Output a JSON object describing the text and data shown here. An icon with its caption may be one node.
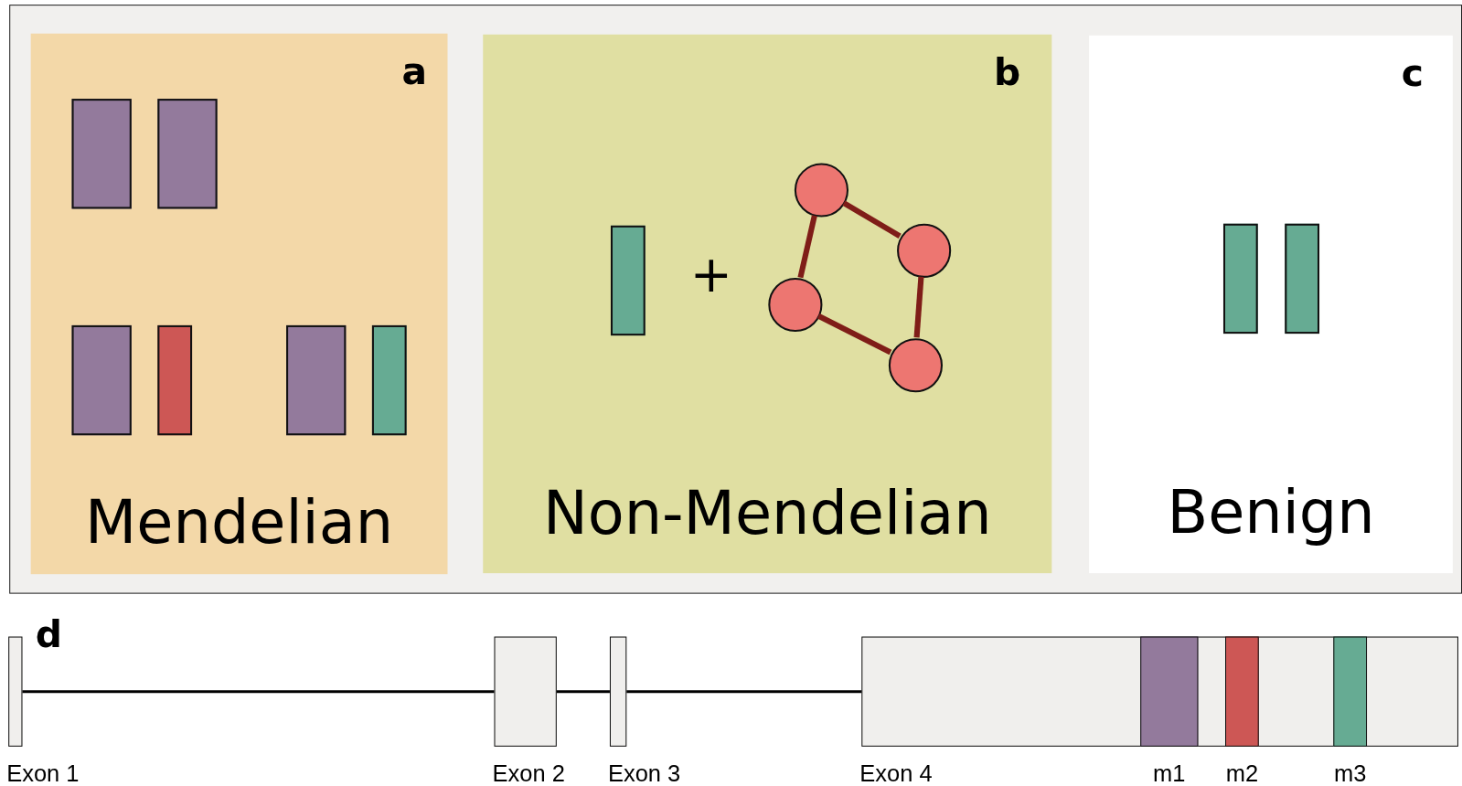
{
  "diagram": {
    "nodes": [
      {
        "text": [],
        "shape": "box"
      },
      {
        "text": [
          "a",
          "Mendelian"
        ],
        "in": 0
      },
      {
        "text": [],
        "shape": "bar",
        "in": 1
      },
      {
        "text": [],
        "shape": "bar",
        "in": 1
      },
      {
        "text": [],
        "shape": "bar",
        "in": 1
      },
      {
        "text": [],
        "shape": "bar",
        "in": 1
      },
      {
        "text": [],
        "shape": "bar",
        "in": 1
      },
      {
        "text": [],
        "shape": "bar",
        "in": 1
      },
      {
        "text": [
          "b",
          "Non-Mendelian"
        ],
        "in": 0
      },
      {
        "text": [],
        "shape": "bar",
        "in": 8
      },
      {
        "text": [],
        "shape": "circle",
        "in": 8
      },
      {
        "text": [],
        "shape": "circle",
        "in": 8
      },
      {
        "text": [],
        "shape": "circle",
        "in": 8
      },
      {
        "text": [],
        "shape": "circle",
        "in": 8
      },
      {
        "text": [
          "c",
          "Benign"
        ],
        "in": 0
      },
      {
        "text": [],
        "shape": "bar",
        "in": 14
      },
      {
        "text": [],
        "shape": "bar",
        "in": 14
      },
      {
        "text": [
          "Exon 1"
        ]
      },
      {
        "text": [
          "Exon 2"
        ]
      },
      {
        "text": [
          "Exon 3"
        ]
      },
      {
        "text": [
          "Exon 4"
        ]
      },
      {
        "text": [
          "m1"
        ],
        "in": 20
      },
      {
        "text": [
          "m2"
        ],
        "in": 20
      },
      {
        "text": [
          "m3"
        ],
        "in": 20
      }
    ],
    "edges": [
      {
        "from": 10,
        "to": 11,
        "arrow": "none"
      },
      {
        "from": 11,
        "to": 13,
        "arrow": "none"
      },
      {
        "from": 13,
        "to": 12,
        "arrow": "none"
      },
      {
        "from": 12,
        "to": 10,
        "arrow": "none"
      },
      {
        "from": 17,
        "to": 18,
        "arrow": "none",
        "color": "#000000"
      },
      {
        "from": 18,
        "to": 19,
        "arrow": "none",
        "color": "#000000"
      },
      {
        "from": 19,
        "to": 20,
        "arrow": "none",
        "color": "#000000"
      }
    ],
    "labels": [
      "+",
      "d"
    ]
  }
}
